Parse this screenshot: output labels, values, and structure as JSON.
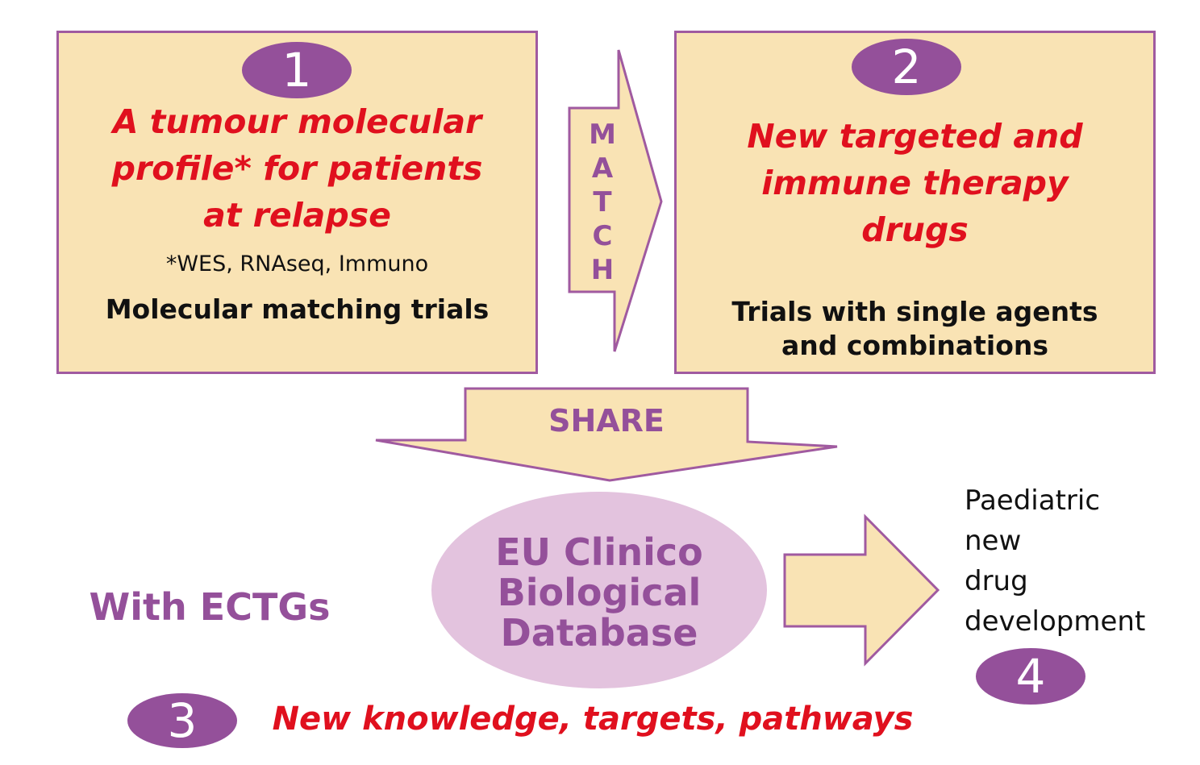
{
  "box1": {
    "badge": "1",
    "title_lines": [
      "A tumour molecular",
      "profile* for patients",
      "at relapse"
    ],
    "footnote": "*WES, RNAseq, Immuno",
    "subtitle": "Molecular matching trials"
  },
  "match_arrow": {
    "letters": [
      "M",
      "A",
      "T",
      "C",
      "H"
    ]
  },
  "box2": {
    "badge": "2",
    "title_lines": [
      "New targeted and",
      "immune therapy",
      "drugs"
    ],
    "subtitle_lines": [
      "Trials with single agents",
      "and combinations"
    ]
  },
  "share_arrow": {
    "label": "SHARE"
  },
  "database": {
    "lines": [
      "EU Clinico",
      "Biological",
      "Database"
    ]
  },
  "with_ectgs": "With ECTGs",
  "outcome": {
    "lines": [
      "Paediatric",
      "new",
      "drug",
      "development"
    ],
    "badge": "4"
  },
  "bottom": {
    "badge": "3",
    "text": "New knowledge, targets, pathways"
  },
  "colors": {
    "box_fill": "#f9e3b4",
    "border_purple": "#a05aa0",
    "badge_purple": "#94509a",
    "title_red": "#e0101e",
    "ellipse_fill": "#e3c3de"
  }
}
